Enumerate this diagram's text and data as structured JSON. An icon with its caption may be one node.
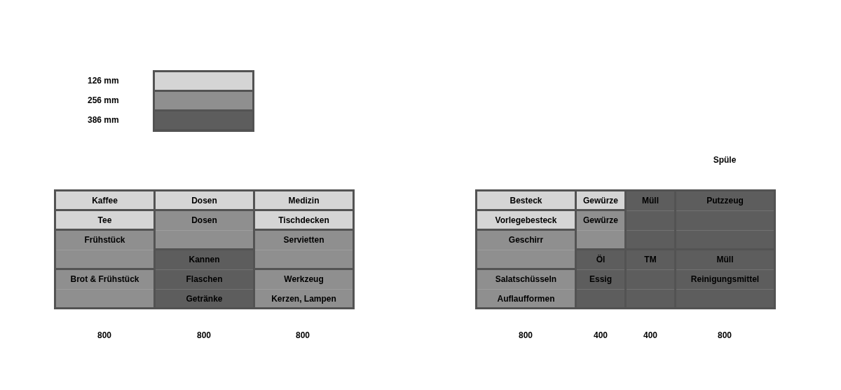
{
  "diagram": {
    "nodes": [
      {
        "text": [],
        "shape": "box"
      },
      {
        "text": [
          "Kaffee"
        ],
        "in": 0
      },
      {
        "text": [
          "Dosen"
        ],
        "in": 0
      },
      {
        "text": [
          "Medizin"
        ],
        "in": 0
      },
      {
        "text": [
          "Tee"
        ],
        "in": 0
      },
      {
        "text": [
          "Dosen"
        ],
        "in": 0
      },
      {
        "text": [
          "Tischdecken"
        ],
        "in": 0
      },
      {
        "text": [
          "Frühstück"
        ],
        "in": 0
      },
      {
        "text": [
          "Servietten"
        ],
        "in": 0
      },
      {
        "text": [
          "Kannen",
          "Flaschen",
          "Getränke"
        ],
        "in": 0
      },
      {
        "text": [
          "Brot & Frühstück"
        ],
        "in": 0
      },
      {
        "text": [
          "Werkzeug",
          "Kerzen, Lampen"
        ],
        "in": 0
      },
      {
        "text": [],
        "shape": "box"
      },
      {
        "text": [
          "Besteck"
        ],
        "in": 12
      },
      {
        "text": [
          "Gewürze"
        ],
        "in": 12
      },
      {
        "text": [
          "Müll"
        ],
        "in": 12
      },
      {
        "text": [
          "Putzzeug"
        ],
        "in": 12
      },
      {
        "text": [
          "Vorlegebesteck"
        ],
        "in": 12
      },
      {
        "text": [
          "Gewürze"
        ],
        "in": 12
      },
      {
        "text": [
          "Geschirr"
        ],
        "in": 12
      },
      {
        "text": [
          "Öl",
          "Essig"
        ],
        "in": 12
      },
      {
        "text": [
          "TM"
        ],
        "in": 12
      },
      {
        "text": [
          "Müll",
          "Reinigungsmittel"
        ],
        "in": 12
      },
      {
        "text": [
          "Salatschüsseln",
          "Auflaufformen"
        ],
        "in": 12
      }
    ],
    "labels": [
      "Spüle",
      "800",
      "800",
      "800",
      "800",
      "400",
      "400",
      "800"
    ],
    "legend": [
      {
        "text": "126 mm",
        "color": "#d5d5d5"
      },
      {
        "text": "256 mm",
        "color": "#8f8f8f"
      },
      {
        "text": "386 mm",
        "color": "#5d5d5d"
      }
    ]
  }
}
